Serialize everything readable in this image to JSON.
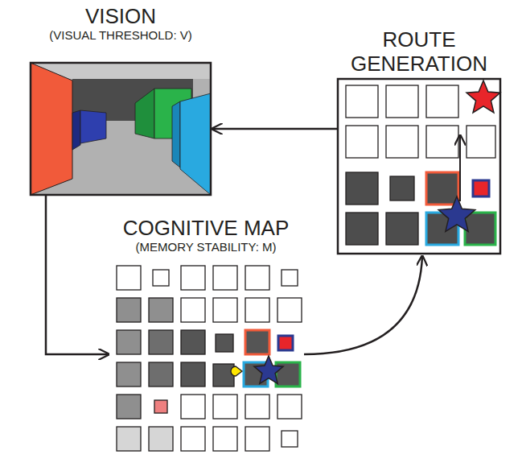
{
  "diagram": {
    "nodes": [
      {
        "text": [
          "VISION",
          "(VISUAL THRESHOLD: V)"
        ]
      },
      {
        "text": [
          "ROUTE GENERATION"
        ]
      },
      {
        "text": [
          "COGNITIVE MAP",
          "(MEMORY STABILITY: M)"
        ]
      }
    ],
    "edges": [
      {
        "from": 1,
        "to": 0,
        "arrow": "to"
      },
      {
        "from": 0,
        "to": 2,
        "arrow": "to"
      },
      {
        "from": 2,
        "to": 1,
        "arrow": "to"
      }
    ]
  }
}
